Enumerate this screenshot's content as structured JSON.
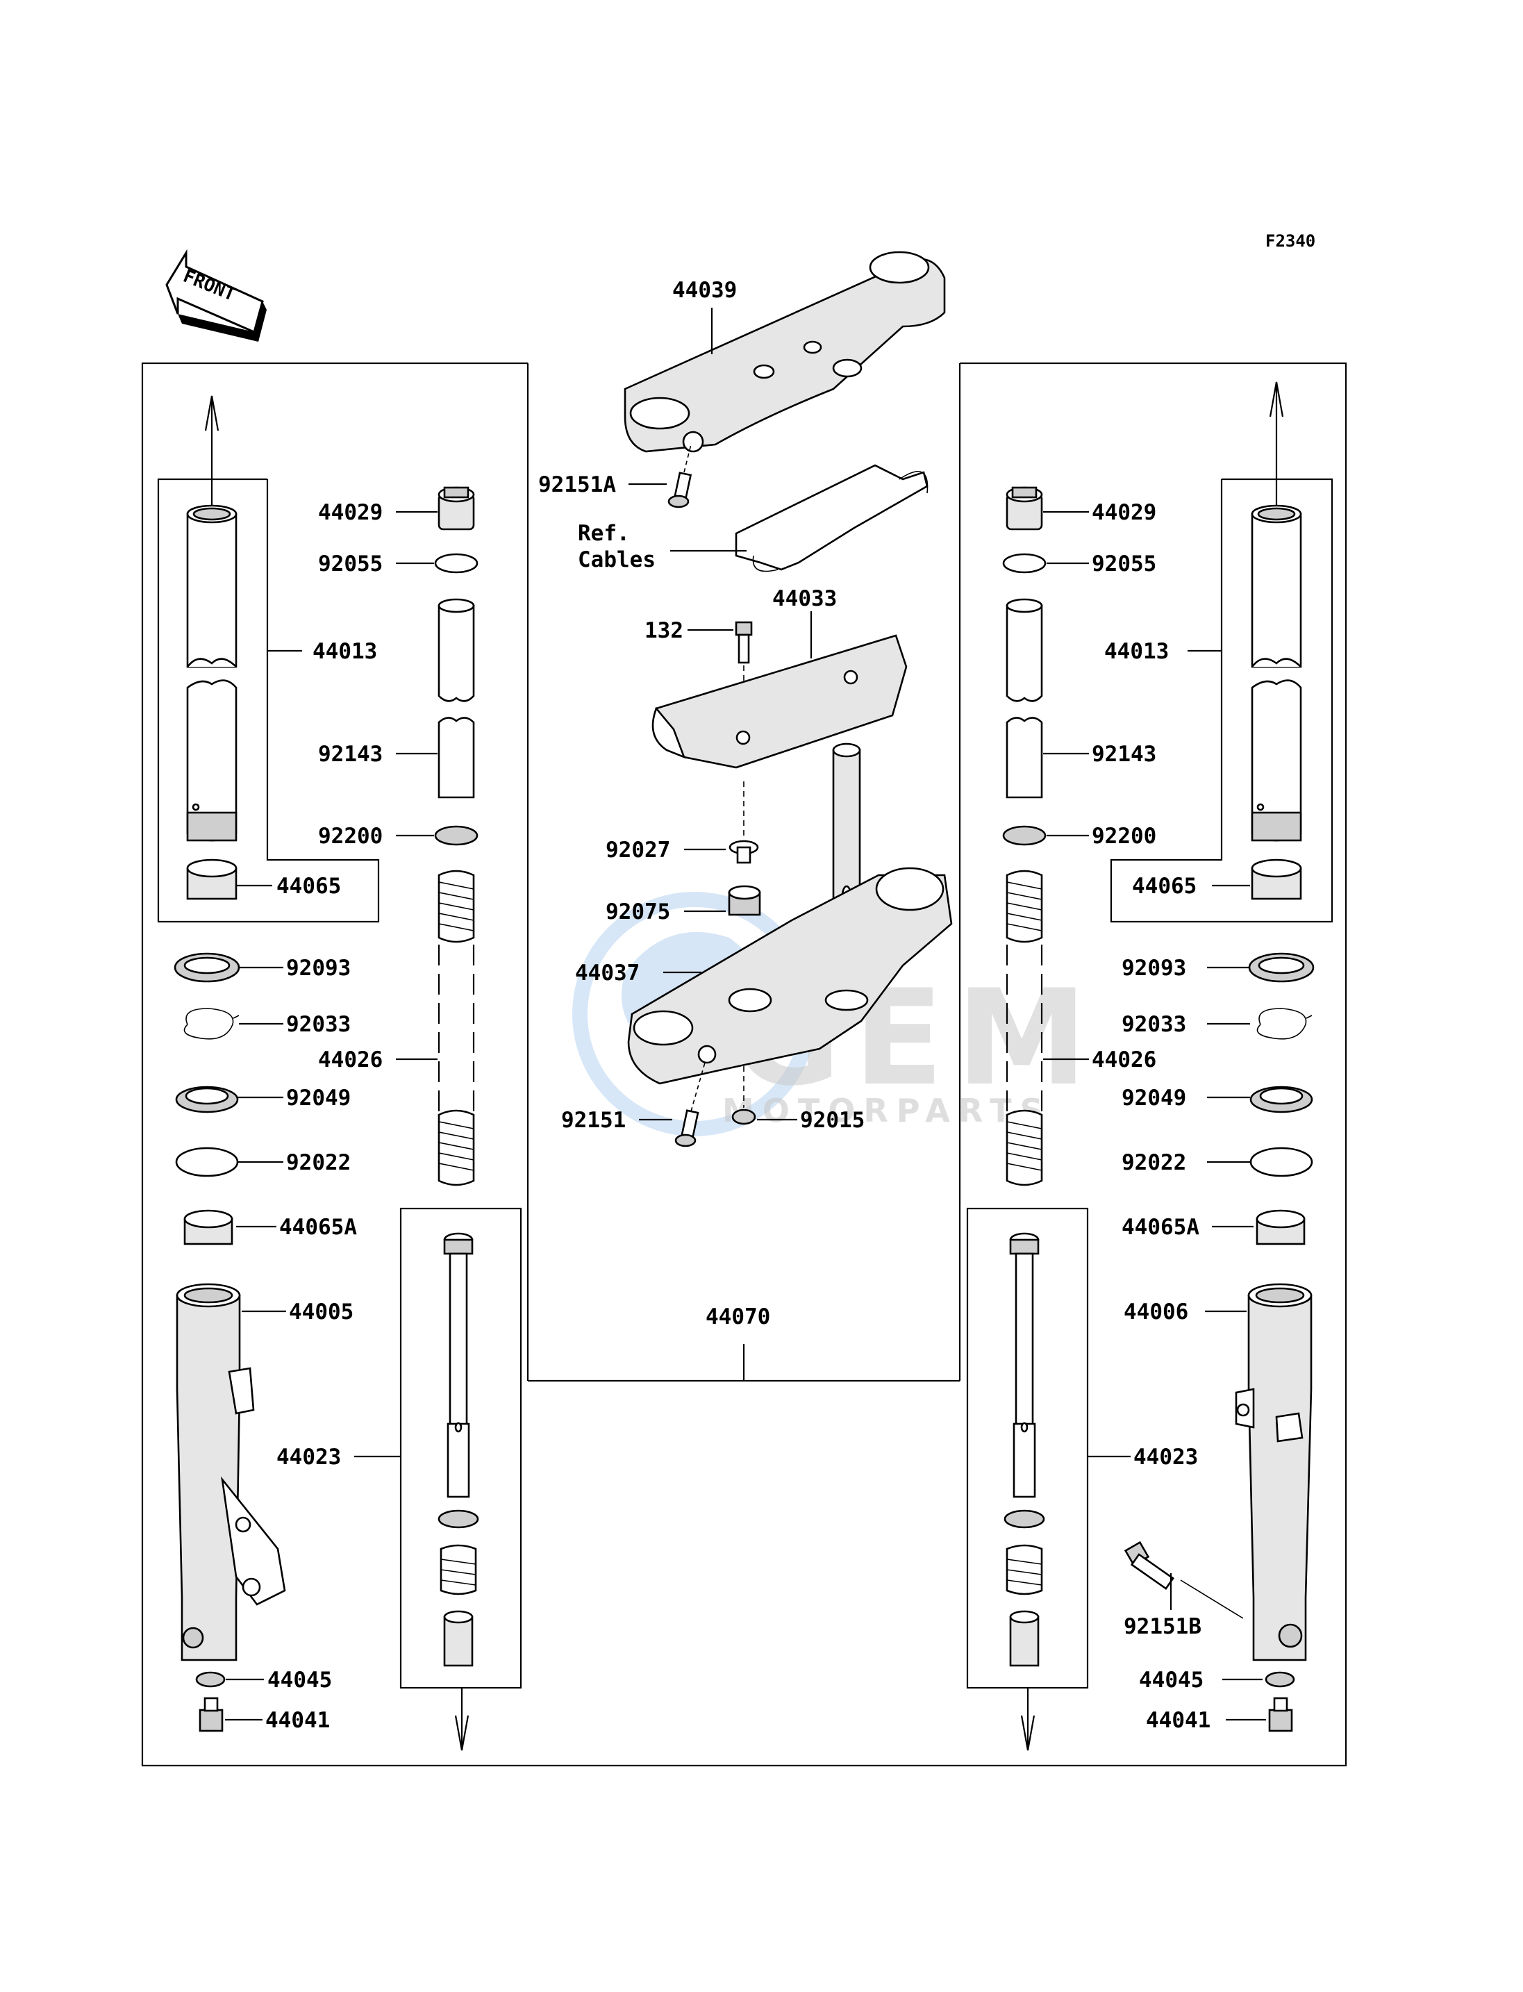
{
  "figure_code": "F2340",
  "front_label": "FRONT",
  "ref_note": {
    "line1": "Ref.",
    "line2": "Cables"
  },
  "watermark": {
    "brand": "GEM",
    "sub": "MOTORPARTS"
  },
  "parts": {
    "p44039": "44039",
    "p92151A": "92151A",
    "p44033": "44033",
    "p132": "132",
    "p92027": "92027",
    "p92075": "92075",
    "p44037": "44037",
    "p92151": "92151",
    "p92015": "92015",
    "p44070": "44070",
    "p44029": "44029",
    "p92055": "92055",
    "p44013": "44013",
    "p92143": "92143",
    "p92200": "92200",
    "p44065": "44065",
    "p92093": "92093",
    "p92033": "92033",
    "p44026": "44026",
    "p92049": "92049",
    "p92022": "92022",
    "p44065A": "44065A",
    "p44005": "44005",
    "p44006": "44006",
    "p44023": "44023",
    "p44045": "44045",
    "p44041": "44041",
    "p92151B": "92151B"
  }
}
